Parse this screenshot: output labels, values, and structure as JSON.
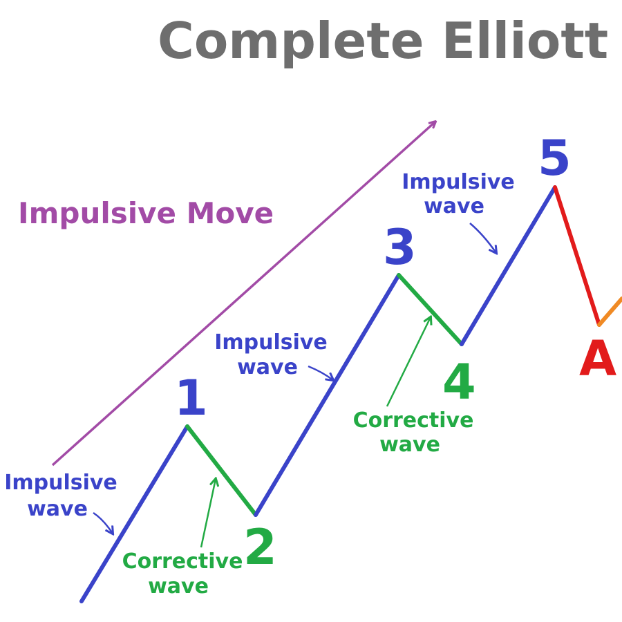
{
  "title": "Complete Elliott Wave",
  "impulsive_move_label": "Impulsive Move",
  "wave_labels": {
    "w1": "1",
    "w2": "2",
    "w3": "3",
    "w4": "4",
    "w5": "5",
    "wA": "A"
  },
  "annotations": {
    "impulsive_wave_1": {
      "line1": "Impulsive",
      "line2": "wave"
    },
    "corrective_wave_2": {
      "line1": "Corrective",
      "line2": "wave"
    },
    "impulsive_wave_3": {
      "line1": "Impulsive",
      "line2": "wave"
    },
    "corrective_wave_4": {
      "line1": "Corrective",
      "line2": "wave"
    },
    "impulsive_wave_5": {
      "line1": "Impulsive",
      "line2": "wave"
    }
  },
  "colors": {
    "title": "#6e6e6e",
    "impulsive_move": "#a24ba6",
    "impulse": "#3a43c9",
    "corrective": "#22aa44",
    "wave_a": "#e21b1b",
    "wave_b": "#f08a24"
  }
}
